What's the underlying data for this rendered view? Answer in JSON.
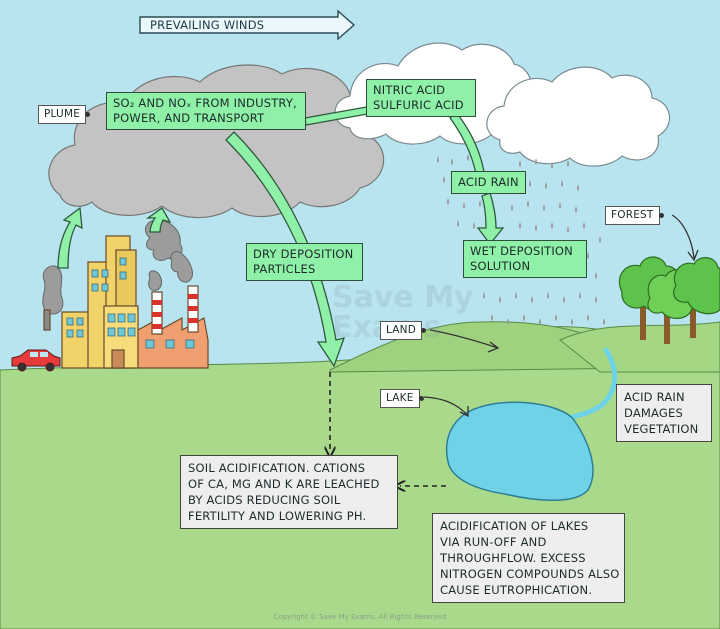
{
  "winds_label": "PREVAILING WINDS",
  "plume_label": "PLUME",
  "emissions_label": [
    "SO₂ AND NOₓ FROM INDUSTRY,",
    "POWER, AND TRANSPORT"
  ],
  "acids_label": [
    "NITRIC ACID",
    "SULFURIC ACID"
  ],
  "acid_rain_label": "ACID RAIN",
  "dry_deposition_label": [
    "DRY DEPOSITION",
    "PARTICLES"
  ],
  "wet_deposition_label": [
    "WET DEPOSITION",
    "SOLUTION"
  ],
  "forest_label": "FOREST",
  "land_label": "LAND",
  "lake_label": "LAKE",
  "vegetation_label": [
    "ACID RAIN",
    "DAMAGES",
    "VEGETATION"
  ],
  "soil_label": [
    "SOIL ACIDIFICATION. CATIONS",
    "OF Ca, Mg AND K ARE LEACHED",
    "BY ACIDS REDUCING SOIL",
    "FERTILITY AND LOWERING pH."
  ],
  "lakes_label": [
    "ACIDIFICATION OF LAKES",
    "VIA RUN-OFF AND",
    "THROUGHFLOW. EXCESS",
    "NITROGEN COMPOUNDS ALSO",
    "CAUSE EUTROPHICATION."
  ],
  "watermark": [
    "Save My",
    "Exams"
  ],
  "copyright": "Copyright © Save My Exams. All Rights Reserved",
  "colors": {
    "sky": "#b7e4ee",
    "ground": "#a9d98a",
    "hill": "#9fd27f",
    "lake": "#6fd3e8",
    "plume": "#c3c3c3",
    "cloud": "#ffffff",
    "label_green": "#8ff0a8",
    "label_grey": "#eeeeee"
  }
}
